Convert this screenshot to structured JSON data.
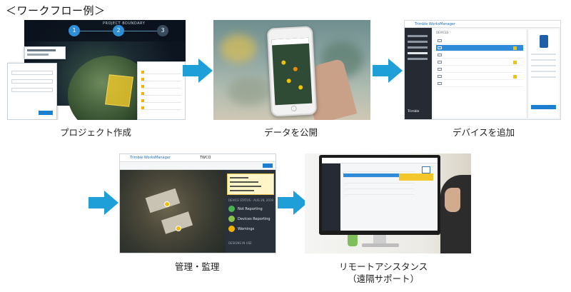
{
  "heading": "＜ワークフロー例＞",
  "steps": [
    {
      "caption": "プロジェクト作成",
      "screen": {
        "title": "PROJECT BOUNDARY",
        "stepper": [
          "1",
          "2",
          "3"
        ]
      }
    },
    {
      "caption": "データを公開"
    },
    {
      "caption": "デバイスを追加",
      "screen": {
        "app_name": "Trimble WorksManager",
        "section": "DEVICES",
        "brand": "Trimble"
      }
    },
    {
      "caption": "管理・監理",
      "screen": {
        "app_name": "Trimble WorksManager",
        "project": "TWCO",
        "device_status_title": "DEVICE STATUS - AUG 28, 2019",
        "status_items": [
          {
            "label": "Not Reporting",
            "color": "#4caf50"
          },
          {
            "label": "Devices Reporting",
            "color": "#8bc34a"
          },
          {
            "label": "Warnings",
            "color": "#f0b400"
          }
        ],
        "designs_title": "DESIGNS IN USE"
      }
    },
    {
      "caption": "リモートアシスタンス",
      "caption2": "（遠隔サポート）"
    }
  ],
  "colors": {
    "arrow": "#1e9fd8",
    "accent_blue": "#1d7fcf",
    "status_yellow": "#f0b400"
  }
}
